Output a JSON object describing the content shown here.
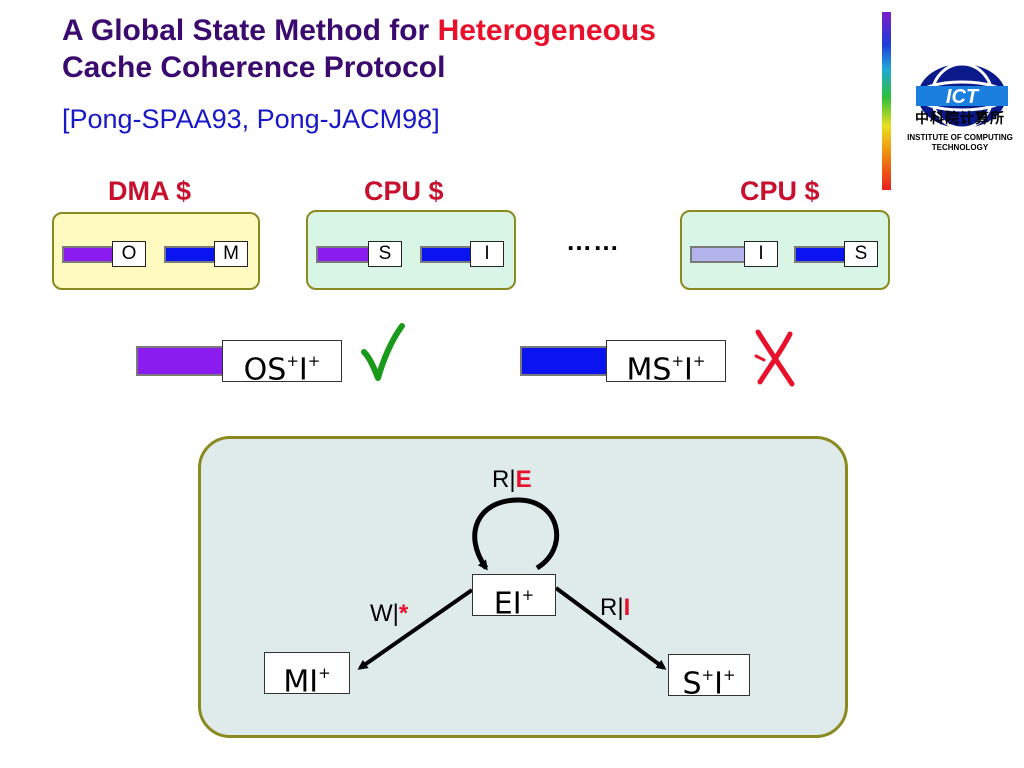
{
  "slide": {
    "title_part1": "A Global State Method for ",
    "title_highlight": "Heterogeneous",
    "title_part2": "Cache Coherence Protocol",
    "citation": "[Pong-SPAA93, Pong-JACM98]"
  },
  "logo": {
    "mark": "ICT",
    "chinese": "中科院计算所",
    "english_line1": "INSTITUTE OF COMPUTING",
    "english_line2": "TECHNOLOGY"
  },
  "caches": [
    {
      "title": "DMA $",
      "states": [
        "O",
        "M"
      ],
      "bar_colors": [
        "#8a1cf0",
        "#0a14f0"
      ]
    },
    {
      "title": "CPU $",
      "states": [
        "S",
        "I"
      ],
      "bar_colors": [
        "#8a1cf0",
        "#0a14f0"
      ]
    },
    {
      "title": "CPU $",
      "states": [
        "I",
        "S"
      ],
      "bar_colors": [
        "#b4b4ec",
        "#0a14f0"
      ]
    }
  ],
  "ellipsis": "……",
  "global_states": [
    {
      "main": "OS",
      "sup1": "+",
      "mid": "I",
      "sup2": "+",
      "verdict": "valid",
      "bar_color": "#8a1cf0"
    },
    {
      "main": "MS",
      "sup1": "+",
      "mid": "I",
      "sup2": "+",
      "verdict": "invalid",
      "bar_color": "#0a14f0"
    }
  ],
  "fsm": {
    "nodes": {
      "ei": {
        "base": "EI",
        "sup": "+"
      },
      "mi": {
        "base": "MI",
        "sup": "+"
      },
      "si": {
        "s": "S",
        "sup1": "+",
        "i": "I",
        "sup2": "+"
      }
    },
    "edges": {
      "self_loop": {
        "event": "R",
        "sep": "|",
        "result": "E"
      },
      "to_mi": {
        "event": "W",
        "sep": "|",
        "result": "*"
      },
      "to_si": {
        "event": "R",
        "sep": "|",
        "result": "I"
      }
    }
  },
  "colors": {
    "title": "#3a0a6e",
    "highlight": "#e8102a",
    "citation": "#1818c8",
    "check": "#1a9a1a",
    "cross": "#e8102a"
  }
}
